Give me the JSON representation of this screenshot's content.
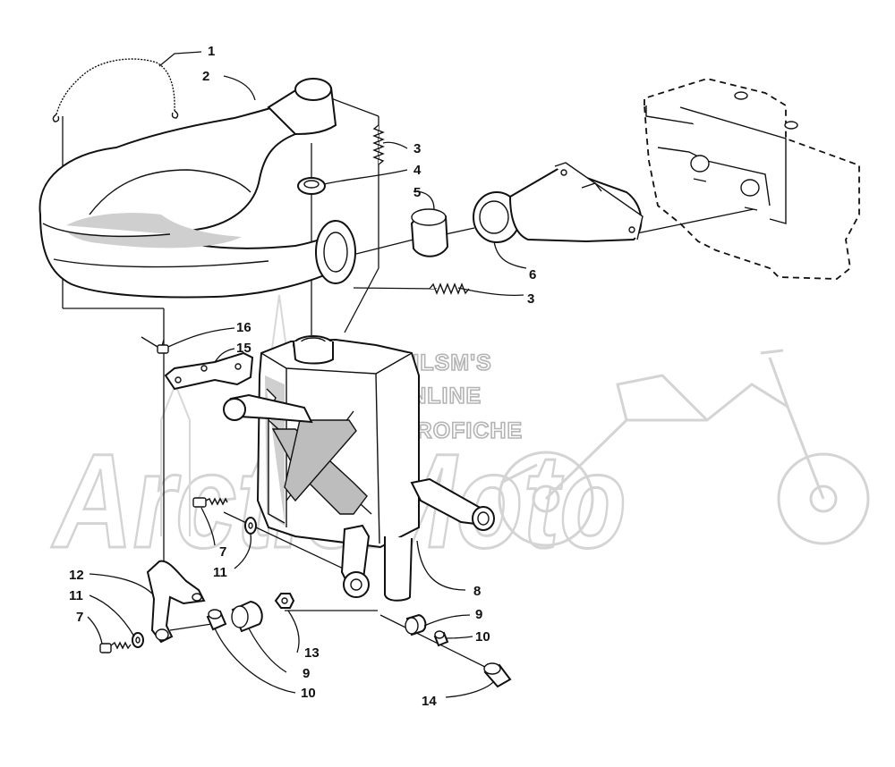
{
  "watermark": {
    "lines": [
      "HLSM'S",
      "ONLINE",
      "MICROFICHE"
    ],
    "logo_text": "ArcticMoto"
  },
  "callouts": [
    {
      "id": "c1",
      "label": "1"
    },
    {
      "id": "c2",
      "label": "2"
    },
    {
      "id": "c3a",
      "label": "3"
    },
    {
      "id": "c4",
      "label": "4"
    },
    {
      "id": "c5",
      "label": "5"
    },
    {
      "id": "c6",
      "label": "6"
    },
    {
      "id": "c3b",
      "label": "3"
    },
    {
      "id": "c16",
      "label": "16"
    },
    {
      "id": "c15",
      "label": "15"
    },
    {
      "id": "c7a",
      "label": "7"
    },
    {
      "id": "c11a",
      "label": "11"
    },
    {
      "id": "c12",
      "label": "12"
    },
    {
      "id": "c11b",
      "label": "11"
    },
    {
      "id": "c7b",
      "label": "7"
    },
    {
      "id": "c13",
      "label": "13"
    },
    {
      "id": "c9a",
      "label": "9"
    },
    {
      "id": "c10a",
      "label": "10"
    },
    {
      "id": "c8",
      "label": "8"
    },
    {
      "id": "c9b",
      "label": "9"
    },
    {
      "id": "c10b",
      "label": "10"
    },
    {
      "id": "c14",
      "label": "14"
    }
  ]
}
